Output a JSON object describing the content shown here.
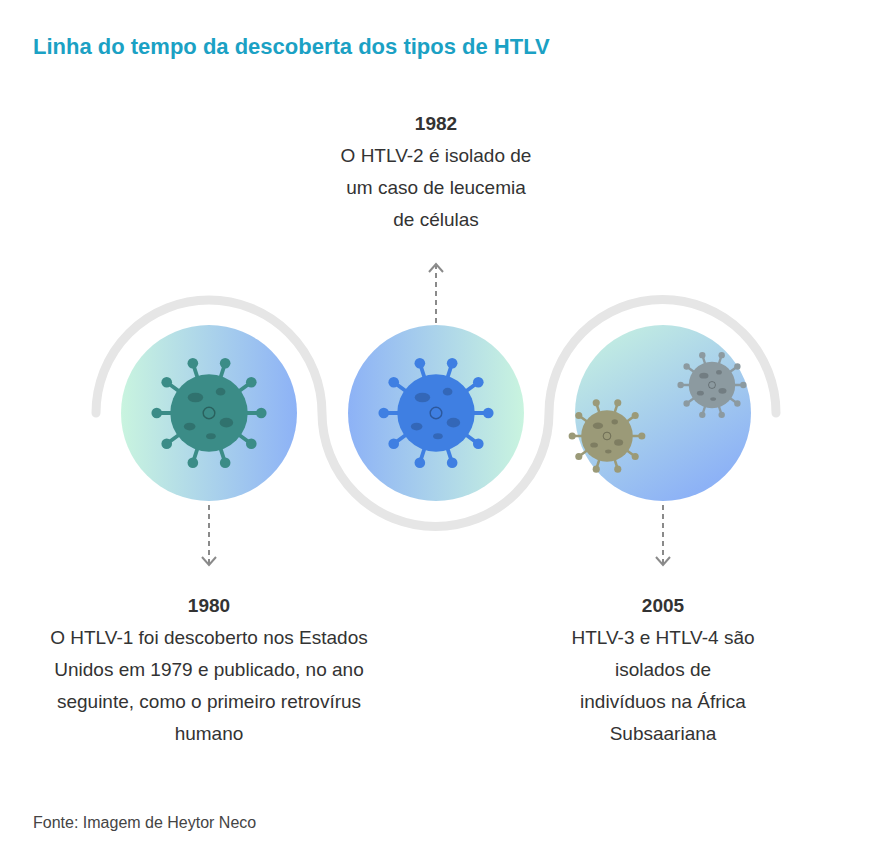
{
  "diagram": {
    "title": "Linha do tempo da descoberta dos tipos de HTLV",
    "caption": "Fonte: Imagem de Heytor Neco",
    "nodes": [
      {
        "text": [
          "1980",
          "O HTLV-1 foi descoberto nos Estados Unidos em 1979 e publicado, no ano seguinte, como o primeiro retrovírus humano"
        ]
      },
      {
        "text": [
          "1982",
          "O HTLV-2 é isolado de um caso de leucemia de células"
        ]
      },
      {
        "text": [
          "2005",
          "HTLV-3 e HTLV-4 são isolados de indivíduos na África Subsaariana"
        ]
      }
    ]
  }
}
